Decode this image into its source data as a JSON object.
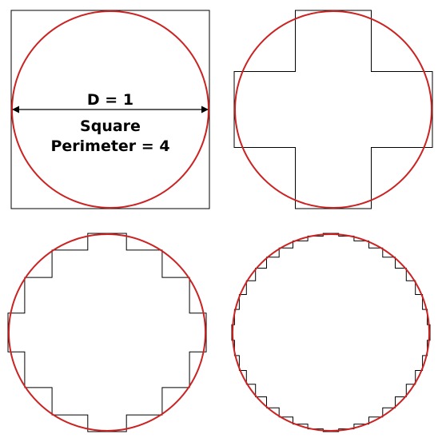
{
  "labels": {
    "diameter": "D = 1",
    "shape": "Square",
    "perimeter": "Perimeter = 4"
  },
  "colors": {
    "circle": "#cc2222",
    "outline": "#000000",
    "background": "#ffffff"
  },
  "panels": [
    {
      "name": "panel-square",
      "corner_removals": 0
    },
    {
      "name": "panel-one-cut",
      "corner_removals": 1
    },
    {
      "name": "panel-three-cuts",
      "corner_removals": 3
    },
    {
      "name": "panel-many-cuts",
      "corner_removals": 9
    }
  ]
}
